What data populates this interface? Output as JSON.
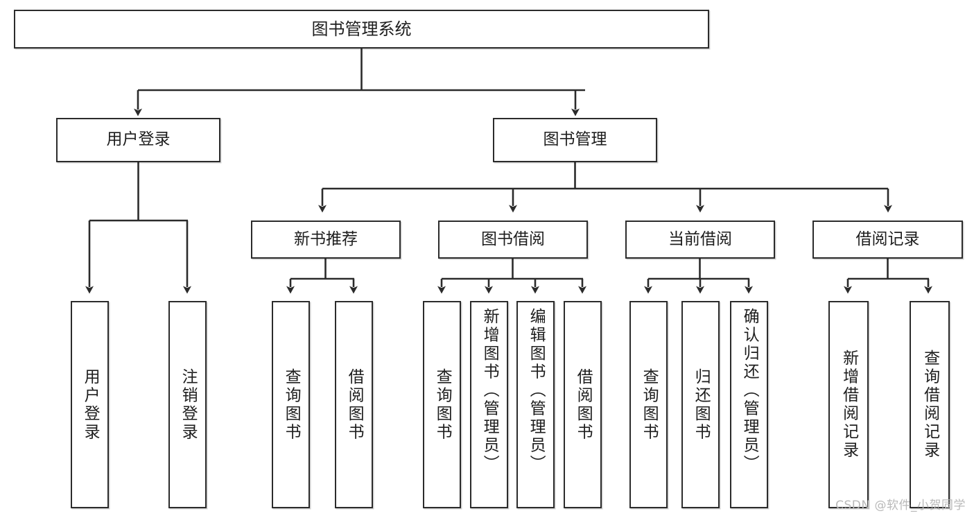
{
  "diagram": {
    "title": "图书管理系统",
    "type": "tree-hierarchy-diagram",
    "colors": {
      "border": "#2b2b2b",
      "background": "#ffffff",
      "text": "#1d1d1d",
      "watermark": "#b9b9b9"
    },
    "root": {
      "label": "图书管理系统"
    },
    "level1": [
      {
        "label": "用户登录"
      },
      {
        "label": "图书管理"
      }
    ],
    "level2": [
      {
        "label": "新书推荐"
      },
      {
        "label": "图书借阅"
      },
      {
        "label": "当前借阅"
      },
      {
        "label": "借阅记录"
      }
    ],
    "leaves": [
      {
        "label": "用户登录",
        "parent": "用户登录"
      },
      {
        "label": "注销登录",
        "parent": "用户登录"
      },
      {
        "label": "查询图书",
        "parent": "新书推荐"
      },
      {
        "label": "借阅图书",
        "parent": "新书推荐"
      },
      {
        "label": "查询图书",
        "parent": "图书借阅"
      },
      {
        "label": "新增图书（管理员）",
        "parent": "图书借阅"
      },
      {
        "label": "编辑图书（管理员）",
        "parent": "图书借阅"
      },
      {
        "label": "借阅图书",
        "parent": "图书借阅"
      },
      {
        "label": "查询图书",
        "parent": "当前借阅"
      },
      {
        "label": "归还图书",
        "parent": "当前借阅"
      },
      {
        "label": "确认归还（管理员）",
        "parent": "当前借阅"
      },
      {
        "label": "新增借阅记录",
        "parent": "借阅记录"
      },
      {
        "label": "查询借阅记录",
        "parent": "借阅记录"
      }
    ]
  },
  "watermark": {
    "text": "CSDN @软件_小贺同学"
  }
}
